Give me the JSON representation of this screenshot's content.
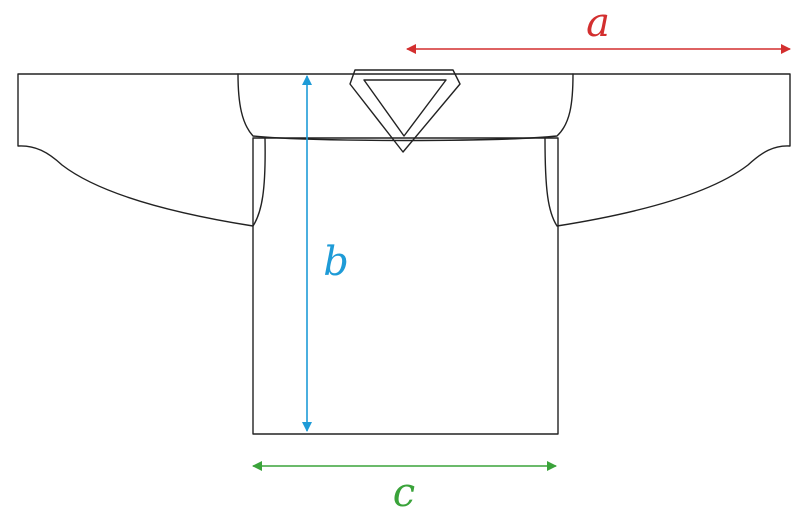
{
  "labels": {
    "a": "a",
    "b": "b",
    "c": "c"
  },
  "colors": {
    "outline": "#222222",
    "a": "#d32f2f",
    "b": "#1e9bd7",
    "c": "#3aa33a"
  }
}
